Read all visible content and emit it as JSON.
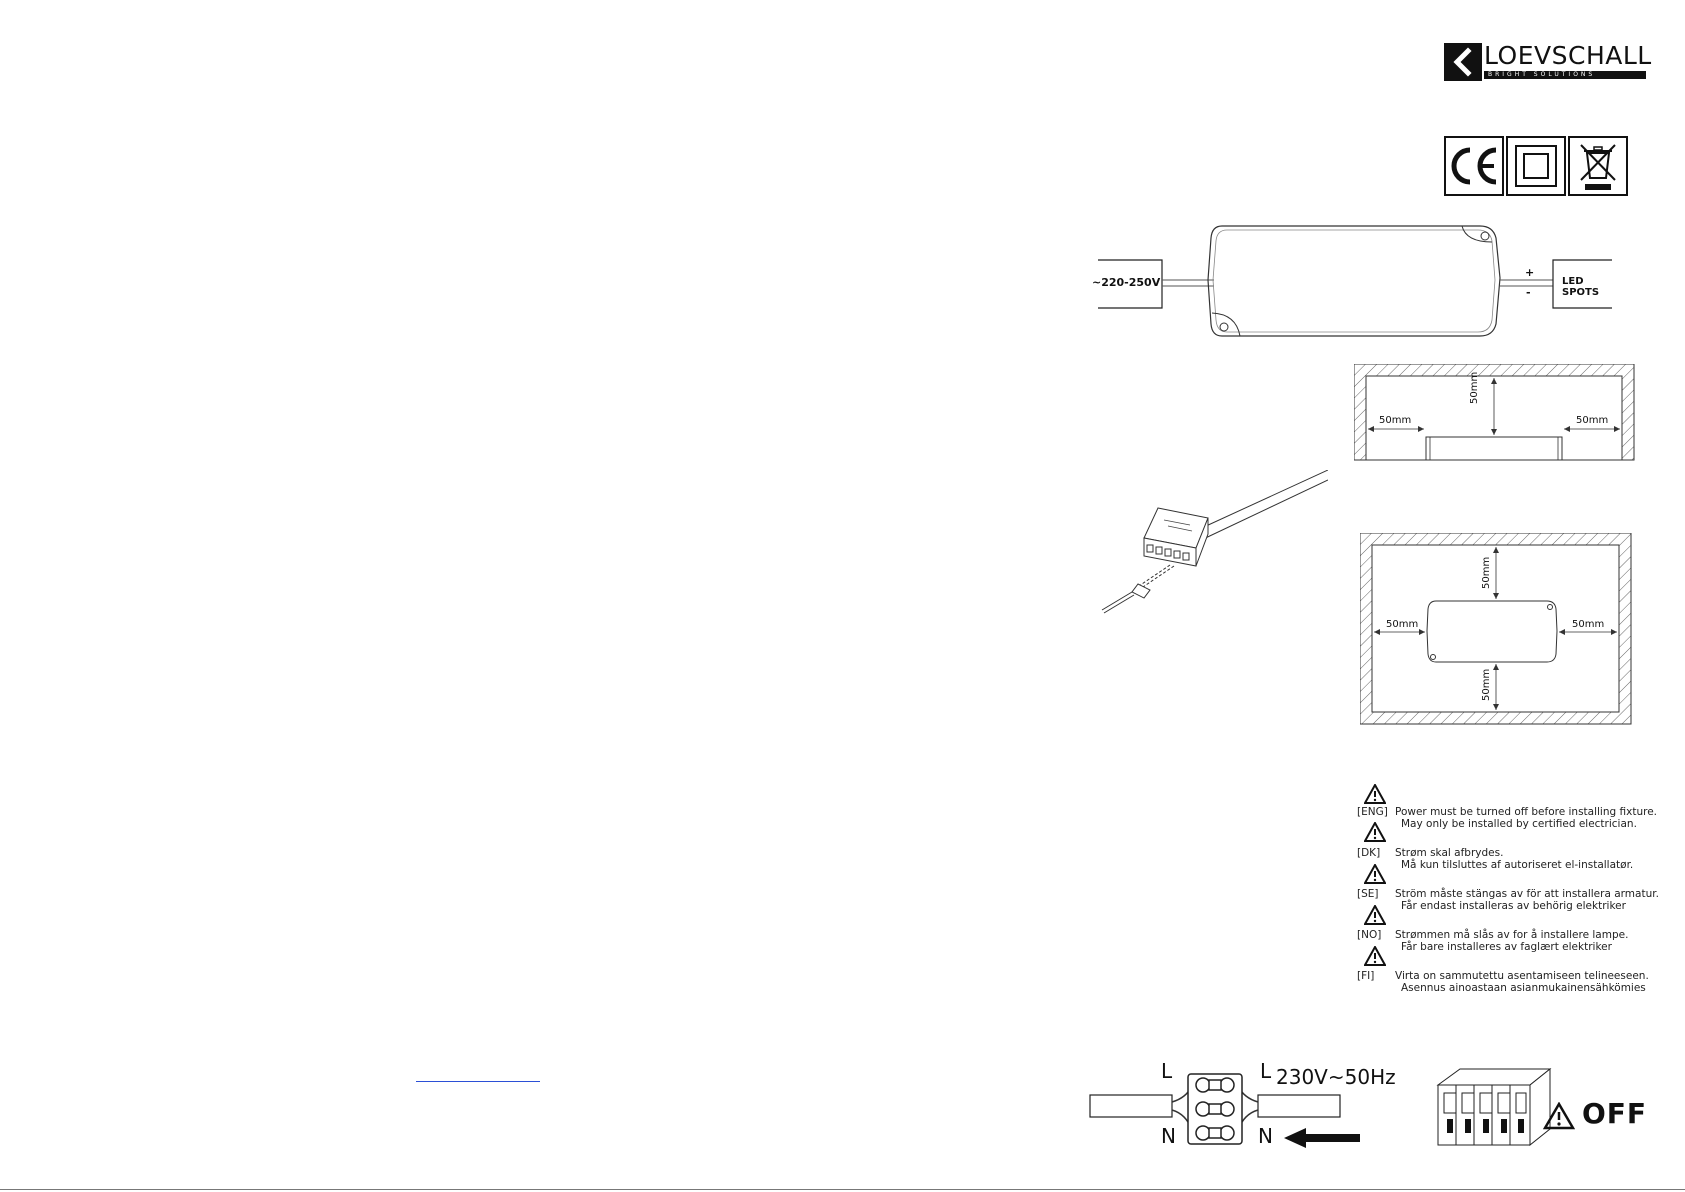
{
  "brand": {
    "name": "LOEVSCHALL",
    "tagline": "BRIGHT SOLUTIONS"
  },
  "certifications": [
    {
      "icon": "ce-mark-icon"
    },
    {
      "icon": "double-insulation-icon"
    },
    {
      "icon": "weee-bin-icon"
    }
  ],
  "wiring": {
    "input_label": "~220-250V",
    "output_label": "LED SPOTS",
    "plus": "+",
    "minus": "-"
  },
  "clearance": {
    "top_left": "50mm",
    "top_center": "50mm",
    "top_right": "50mm",
    "bottom_left": "50mm",
    "bottom_top": "50mm",
    "bottom_right": "50mm",
    "bottom_bottom": "50mm"
  },
  "warnings": [
    {
      "code": "[ENG]",
      "line1": "Power must be turned off before installing fixture.",
      "line2": "May only be installed by certified electrician."
    },
    {
      "code": "[DK]",
      "line1": "Strøm skal afbrydes.",
      "line2": "Må kun tilsluttes af autoriseret el-installatør."
    },
    {
      "code": "[SE]",
      "line1": "Ström måste stängas av för att installera armatur.",
      "line2": "Får endast installeras av behörig elektriker"
    },
    {
      "code": "[NO]",
      "line1": "Strømmen må slås av for å installere lampe.",
      "line2": "Får bare installeres av faglært elektriker"
    },
    {
      "code": "[FI]",
      "line1": "Virta on sammutettu asentamiseen telineeseen.",
      "line2": "Asennus ainoastaan asianmukainensähkömies"
    }
  ],
  "mains": {
    "l_left": "L",
    "n_left": "N",
    "l_right": "L",
    "n_right": "N",
    "voltage": "230V~50Hz",
    "off": "OFF"
  }
}
